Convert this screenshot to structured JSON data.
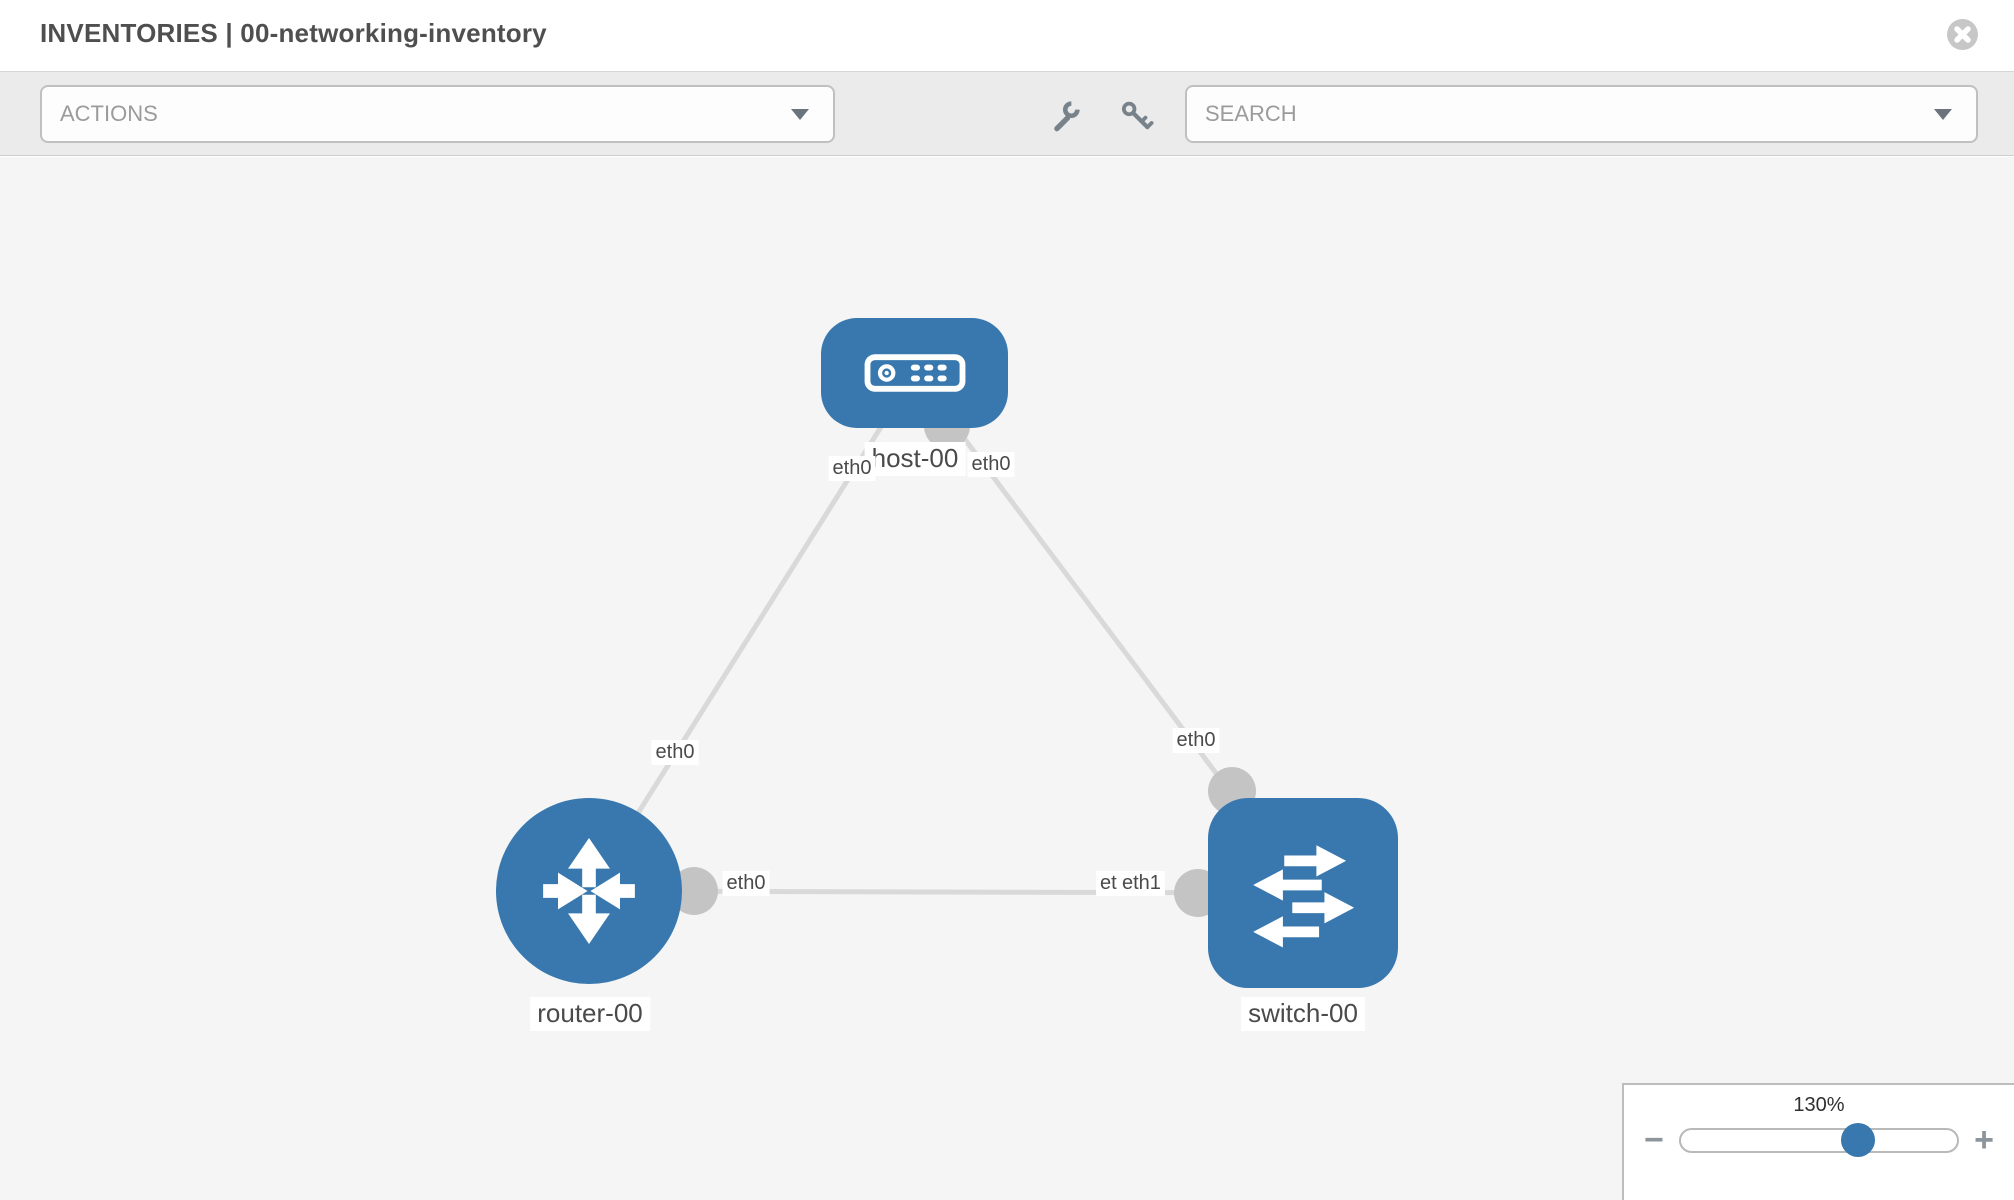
{
  "header": {
    "title": "INVENTORIES | 00-networking-inventory"
  },
  "toolbar": {
    "actions_label": "ACTIONS",
    "search_placeholder": "SEARCH",
    "icons": {
      "wrench": "wrench-icon",
      "key": "key-icon"
    }
  },
  "topology": {
    "nodes": [
      {
        "name": "host-00",
        "type": "host",
        "icon": "server-icon"
      },
      {
        "name": "router-00",
        "type": "router",
        "icon": "router-arrows-icon"
      },
      {
        "name": "switch-00",
        "type": "switch",
        "icon": "switch-arrows-icon"
      }
    ],
    "links": [
      {
        "source": "router-00",
        "source_if": "eth0",
        "target": "host-00",
        "target_if": "eth0"
      },
      {
        "source": "host-00",
        "source_if": "eth0",
        "target": "switch-00",
        "target_if": "eth0"
      },
      {
        "source": "router-00",
        "source_if": "eth0",
        "target": "switch-00",
        "target_if": "eth1"
      }
    ],
    "interface_labels": [
      {
        "text": "eth0"
      },
      {
        "text": "eth0"
      },
      {
        "text": "eth0"
      },
      {
        "text": "eth0"
      },
      {
        "text": "eth0"
      },
      {
        "text": "eth0"
      },
      {
        "text": "eth1"
      }
    ]
  },
  "zoom": {
    "level": "130%",
    "zoom_out": "−",
    "zoom_in": "+"
  },
  "colors": {
    "node_blue": "#3878af",
    "canvas_bg": "#f5f5f5",
    "toolbar_bg": "#ebebeb",
    "edge_gray": "#d9d9d9",
    "port_gray": "#c4c4c4",
    "icon_gray": "#78828a",
    "text_dark": "#4a4a4a",
    "placeholder_gray": "#9b9b9b"
  }
}
